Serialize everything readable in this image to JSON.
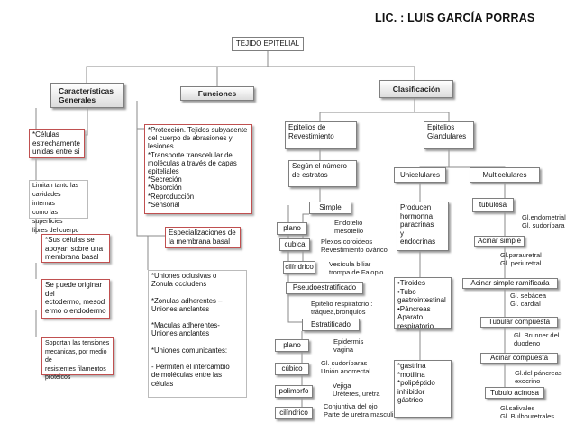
{
  "author": "LIC. : LUIS GARCÍA PORRAS",
  "root": "TEJIDO EPITELIAL",
  "headers": {
    "caracteristicas": "Características\nGenerales",
    "funciones": "Funciones",
    "clasificacion": "Clasificación"
  },
  "caracteristicas": {
    "c1": "*Células\nestrechamente\nunidas entre sí",
    "c2": "Limitan tanto las\ncavidades internas\ncomo las superficies\nlibres del cuerpo",
    "c3": "*Sus células se\napoyan sobre una\nmembrana basal",
    "c4": "Se puede originar\ndel\nectodermo, mesod\nermo o endodermo",
    "c5": "Soportan las tensiones\nmecánicas, por medio de\nresistentes filamentos\nproteicos"
  },
  "funciones": {
    "f1": "*Protección. Tejidos subyacente\ndel cuerpo de abrasiones y\nlesiones.\n*Transporte transcelular de\nmoléculas a través de capas\nepiteliales\n*Secreción\n*Absorción\n*Reproducción\n*Sensorial",
    "f2": "Especializaciones de\nla membrana basal",
    "f3": "*Uniones oclusivas o\nZonula occludens\n\n*Zonulas adherentes –\nUniones anclantes\n\n*Maculas adherentes-\nUniones anclantes\n\n*Uniones comunicantes:\n\n  - Permiten el intercambio\nde moléculas entre las\ncélulas"
  },
  "revestimiento": {
    "title": "Epitelios de\nRevestimiento",
    "estratos": "Según el número\nde estratos",
    "simple": "Simple",
    "plano": "plano",
    "plano_note": "Endotelio\nmesotelio",
    "cubica": "cubica",
    "cubica_note": "Plexos coroideos\nRevestimiento ovárico",
    "cilindrico": "cilíndrico",
    "cilindrico_note": "Vesícula biliar\ntrompa de Falopio",
    "pseudo": "Pseudoestratificado",
    "pseudo_note": "Epitelio respiratorio :\ntráquea,bronquios",
    "estratificado": "Estratificado",
    "e_plano": "plano",
    "e_plano_note": "Epidermis\nvagina",
    "e_cubico": "cúbico",
    "e_cubico_note": "Gl. sudoríparas\nUnión anorrectal",
    "e_polimorfo": "polimorfo",
    "e_polimorfo_note": "Vejiga\nUréteres, uretra",
    "e_cilindrico": "cilíndrico",
    "e_cilindrico_note": "Conjuntiva del ojo\nParte de uretra masculina"
  },
  "glandulares": {
    "title": "Epitelios\nGlandulares",
    "unicelulares": "Unicelulares",
    "multicelulares": "Multicelulares",
    "producen": "Producen\nhormonna\nparacrinas\ny\nendocrinas",
    "organos1": "•Tiroides\n•Tubo\ngastrointestinal\n•Páncreas\nAparato\nrespiratorio",
    "organos2": "*gastrina\n*motilina\n*polipéptido\ninhibidor\ngástrico",
    "tubulosa": "tubulosa",
    "tubulosa_note": "Gl.endometrial\nGl. sudorípara",
    "acinar_simple": "Acinar simple",
    "acinar_simple_note": "Gl.parauretral\nGl. periuretral",
    "acinar_ramificada": "Acinar simple ramificada",
    "acinar_ramificada_note": "Gl. sebácea\nGl. cardial",
    "tubular_compuesta": "Tubular compuesta",
    "tubular_compuesta_note": "Gl. Brunner del\nduodeno",
    "acinar_compuesta": "Acinar compuesta",
    "acinar_compuesta_note": "Gl.del páncreas\nexocrino",
    "tubulo_acinosa": "Tubulo acinosa",
    "tubulo_acinosa_note": "Gl.salivales\nGl. Bulbouretrales"
  }
}
